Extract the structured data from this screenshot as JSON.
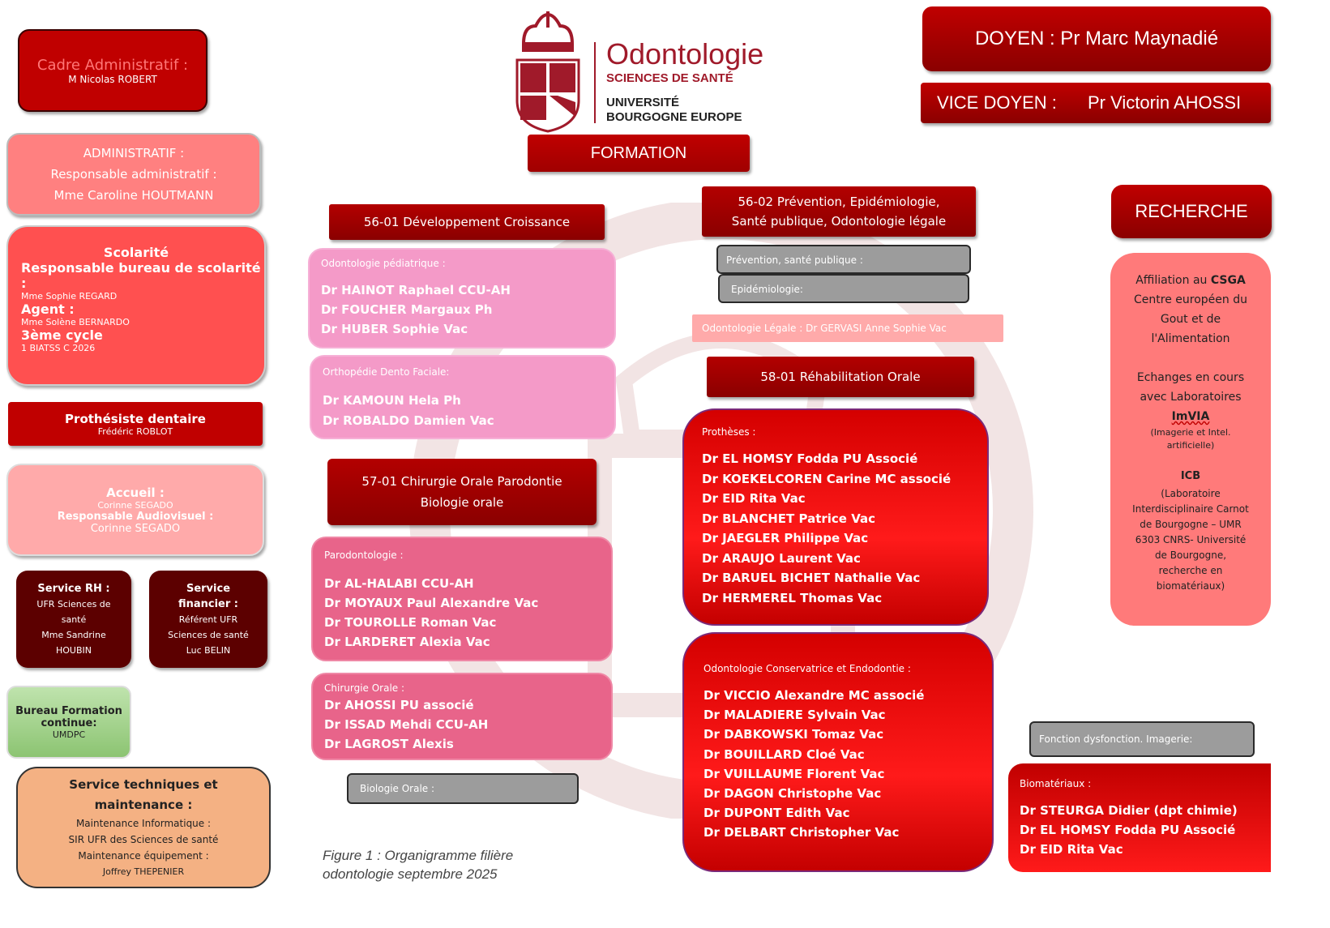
{
  "header": {
    "logo_title": "Odontologie",
    "logo_subtitle": "SCIENCES DE SANTÉ",
    "logo_univ_1": "UNIVERSITÉ",
    "logo_univ_2": "BOURGOGNE EUROPE",
    "doyen": "DOYEN : Pr Marc Maynadié",
    "vice_doyen_label": "VICE DOYEN :",
    "vice_doyen_name": "Pr Victorin AHOSSI",
    "formation": "FORMATION",
    "recherche": "RECHERCHE"
  },
  "left": {
    "cadre": {
      "title": "Cadre Administratif :",
      "name": "M Nicolas ROBERT"
    },
    "administratif": {
      "l1": "ADMINISTRATIF :",
      "l2": "Responsable administratif :",
      "l3": "Mme Caroline HOUTMANN"
    },
    "scolarite": {
      "title": "Scolarité",
      "resp_label": "Responsable bureau de scolarité :",
      "resp_name": "Mme Sophie REGARD",
      "agent_label": "Agent :",
      "agent_name": "Mme Solène BERNARDO",
      "cycle_label": "3ème cycle",
      "cycle_value": "1 BIATSS C 2026"
    },
    "prothesiste": {
      "title": "Prothésiste dentaire",
      "name": "Frédéric ROBLOT"
    },
    "accueil": {
      "title": "Accueil :",
      "name1": "Corinne SEGADO",
      "audio_label": "Responsable Audiovisuel :",
      "name2": "Corinne SEGADO"
    },
    "rh": {
      "l1": "Service RH :",
      "l2": "UFR Sciences de",
      "l3": "santé",
      "l4": "Mme Sandrine",
      "l5": "HOUBIN"
    },
    "financier": {
      "l1": "Service",
      "l2": "financier :",
      "l3": "Référent UFR",
      "l4": "Sciences de santé",
      "l5": "Luc BELIN"
    },
    "bureau": {
      "l1": "Bureau Formation",
      "l2": "continue:",
      "l3": "UMDPC"
    },
    "technique": {
      "l1": "Service techniques et",
      "l2": "maintenance :",
      "l3": "Maintenance Informatique :",
      "l4": "SIR UFR des Sciences de santé",
      "l5": "Maintenance équipement :",
      "l6": "Joffrey THEPENIER"
    }
  },
  "middle": {
    "dev": "56-01 Développement Croissance",
    "pediatrique": {
      "title": "Odontologie pédiatrique :",
      "members": [
        "Dr HAINOT Raphael CCU-AH",
        "Dr FOUCHER Margaux Ph",
        "Dr HUBER Sophie Vac"
      ]
    },
    "odf": {
      "title": "Orthopédie Dento Faciale:",
      "members": [
        "Dr KAMOUN Hela Ph",
        "Dr ROBALDO Damien Vac"
      ]
    },
    "chir": {
      "l1": "57-01 Chirurgie Orale Parodontie",
      "l2": "Biologie orale"
    },
    "paro": {
      "title": "Parodontologie :",
      "members": [
        "Dr AL-HALABI CCU-AH",
        "Dr MOYAUX Paul Alexandre Vac",
        "Dr TOUROLLE Roman Vac",
        "Dr LARDERET Alexia Vac"
      ]
    },
    "chir_orale": {
      "title": "Chirurgie Orale :",
      "members": [
        "Dr AHOSSI PU associé",
        "Dr ISSAD Mehdi CCU-AH",
        "Dr LAGROST Alexis"
      ]
    },
    "bio": "Biologie Orale :",
    "caption_l1": "Figure 1 : Organigramme filière",
    "caption_l2": "odontologie septembre 2025"
  },
  "center": {
    "prev_l1": "56-02 Prévention, Epidémiologie,",
    "prev_l2": "Santé publique, Odontologie légale",
    "prev_sp": "Prévention, santé publique :",
    "epid": "Epidémiologie:",
    "legale": "Odontologie Légale : Dr GERVASI Anne Sophie Vac",
    "rehab": "58-01 Réhabilitation Orale",
    "protheses": {
      "title": "Prothèses :",
      "members": [
        "Dr EL HOMSY Fodda PU Associé",
        "Dr KOEKELCOREN Carine MC associé",
        "Dr EID Rita Vac",
        "Dr BLANCHET Patrice Vac",
        "Dr JAEGLER Philippe Vac",
        "Dr ARAUJO Laurent Vac",
        "Dr BARUEL BICHET Nathalie Vac",
        "Dr HERMEREL Thomas Vac"
      ]
    },
    "conserv": {
      "title": "Odontologie Conservatrice et Endodontie :",
      "members": [
        "Dr VICCIO Alexandre MC associé",
        "Dr MALADIERE Sylvain Vac",
        "Dr DABKOWSKI Tomaz Vac",
        "Dr BOUILLARD Cloé Vac",
        "Dr VUILLAUME Florent Vac",
        "Dr DAGON Christophe Vac",
        "Dr DUPONT Edith Vac",
        "Dr DELBART Christopher Vac"
      ]
    }
  },
  "right": {
    "affil_1": "Affiliation au ",
    "affil_csga": "CSGA",
    "affil_2": "Centre européen du",
    "affil_3": "Gout et de",
    "affil_4": "l'Alimentation",
    "ech_1": "Echanges en cours",
    "ech_2": "avec Laboratoires",
    "imvia": "ImVIA",
    "imvia_desc_1": "(Imagerie et Intel.",
    "imvia_desc_2": "artificielle)",
    "icb": "ICB",
    "icb_desc": [
      "(Laboratoire",
      "Interdisciplinaire Carnot",
      "de Bourgogne – UMR",
      "6303 CNRS- Université",
      "de Bourgogne,",
      "recherche en",
      "biomatériaux)"
    ],
    "fonction": "Fonction dysfonction. Imagerie:",
    "biomat": {
      "title": "Biomatériaux :",
      "members": [
        "Dr STEURGA Didier (dpt chimie)",
        "Dr EL HOMSY Fodda PU Associé",
        "Dr EID Rita Vac"
      ]
    }
  },
  "colors": {
    "dark_red": "#c00000",
    "pink": "#f49ac8",
    "rose": "#e8648a",
    "salmon": "#ff6b6b",
    "grey": "#9c9c9c",
    "green": "#9dce85",
    "orange": "#f4b183",
    "maroon": "#5c0000"
  }
}
